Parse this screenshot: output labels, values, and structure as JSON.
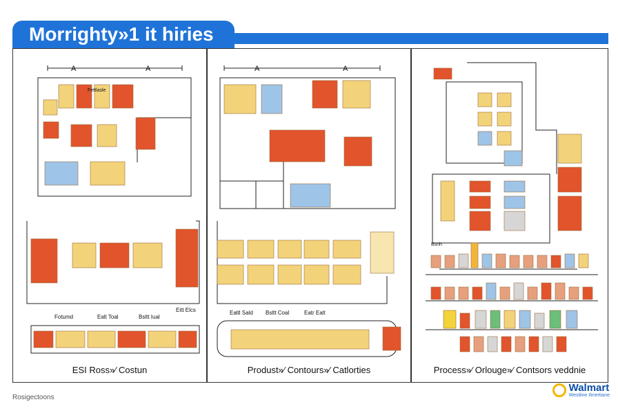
{
  "header": {
    "title": "Morrighty»1 it hiries"
  },
  "panels": [
    {
      "caption": "ESI Ross»⁄ Costun",
      "top_labels": [
        "A",
        "A"
      ],
      "item_labels": [
        "Fettlasle",
        "Fotumd",
        "Ealt Toal",
        "Bsltt Iual",
        "Eitt Elcs"
      ]
    },
    {
      "caption": "Produst»⁄ Contours»⁄ Catlorties",
      "top_labels": [
        "A",
        "A"
      ],
      "item_labels": [
        "Ealtl Sald",
        "Bsltt Coal",
        "Eatr Ealt"
      ]
    },
    {
      "caption": "Process»⁄ Orlouge»⁄ Contsors veddnie",
      "top_labels": [],
      "item_labels": [
        "Bsnh"
      ]
    }
  ],
  "footer": {
    "note": "Rosigectoons"
  },
  "logo": {
    "name": "Walmart",
    "sub": "Westline Ilmertiane"
  },
  "colors": {
    "brand_blue": "#1f73d8",
    "package_yellow": "#f3d37a",
    "package_red": "#e2542c"
  }
}
